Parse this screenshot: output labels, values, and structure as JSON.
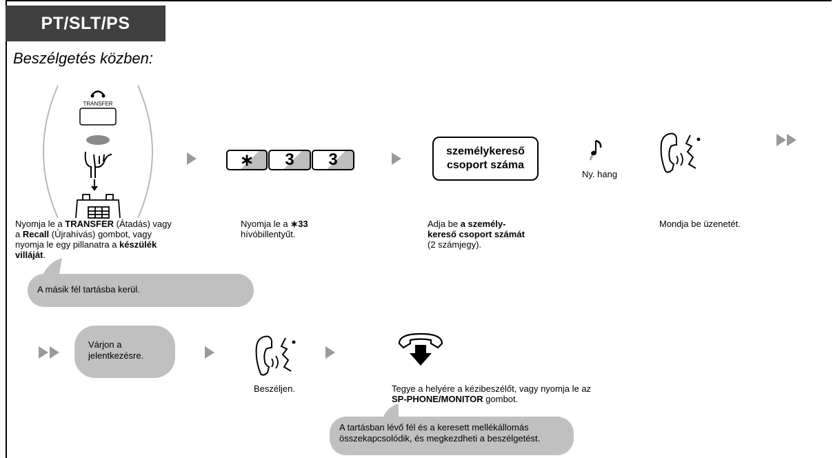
{
  "header": {
    "tab_label": "PT/SLT/PS",
    "subtitle": "Beszélgetés közben:"
  },
  "step1": {
    "button_label": "TRANSFER",
    "line1_pre": "Nyomja le a ",
    "line1_bold": "TRANSFER",
    "line1_post": " (Átadás) vagy",
    "line2_pre": "a ",
    "line2_bold": "Recall",
    "line2_post": " (Újrahívás) gombot, vagy",
    "line3": "nyomja le egy pillanatra a ",
    "line3_bold": "készülék",
    "line4_bold": "villáját",
    "line4_post": ".",
    "bubble": "A másik fél tartásba kerül."
  },
  "step2": {
    "keys": [
      "∗",
      "3",
      "3"
    ],
    "line1_pre": "Nyomja le a ",
    "line1_bold": "∗33",
    "line2": "hívóbillentyűt."
  },
  "step3": {
    "box_line1": "személykereső",
    "box_line2": "csoport száma",
    "tone_label": "Ny. hang",
    "line1_pre": "Adja be ",
    "line1_bold": "a személy-",
    "line2_bold": "kereső csoport számát",
    "line3": "(2 számjegy)."
  },
  "step4": {
    "text": "Mondja be üzenetét."
  },
  "row2": {
    "bubble_line1": "Várjon a",
    "bubble_line2": "jelentkezésre.",
    "talk_label": "Beszéljen.",
    "hangup_line1": "Tegye a helyére a kézibeszélőt, vagy nyomja le az",
    "hangup_line2_bold": "SP-PHONE/MONITOR",
    "hangup_line2_post": " gombot.",
    "bubble2_line1": "A tartásban lévő fél és a keresett mellékállomás",
    "bubble2_line2": "összekapcsolódik, és megkezdheti a beszélgetést."
  },
  "colors": {
    "tab_bg": "#404040",
    "bubble_bg": "#c0c0c0",
    "arrow": "#9a9a9a"
  }
}
